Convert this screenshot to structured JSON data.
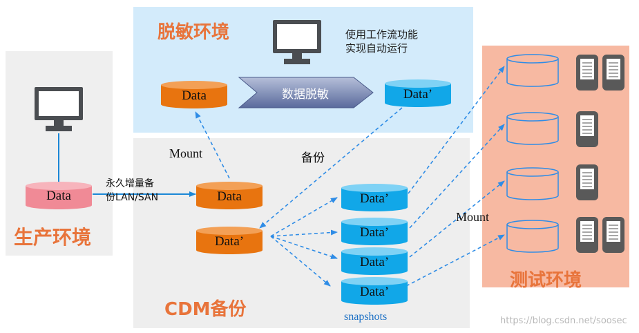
{
  "zones": {
    "production": "生产环境",
    "desensitize": "脱敏环境",
    "cdm": "CDM备份",
    "test": "测试环境"
  },
  "desensitize_note": [
    "使用工作流功能",
    "实现自动运行"
  ],
  "process_arrow": "数据脱敏",
  "data_label": "Data",
  "data_prime_label": "Data’",
  "edge_labels": {
    "mount_top": "Mount",
    "backup": "备份",
    "incremental": [
      "永久增量备",
      "份LAN/SAN"
    ],
    "mount_right": "Mount"
  },
  "snapshots_label": "snapshots",
  "watermark": "https://blog.csdn.net/soosec",
  "icons": [
    "monitor-icon",
    "server-icon",
    "database-icon"
  ],
  "colors": {
    "orange": "#e8740f",
    "blue": "#11a7e8",
    "pink": "#f08a96",
    "arrow": "#2e8ce6",
    "title": "#e8743b"
  }
}
